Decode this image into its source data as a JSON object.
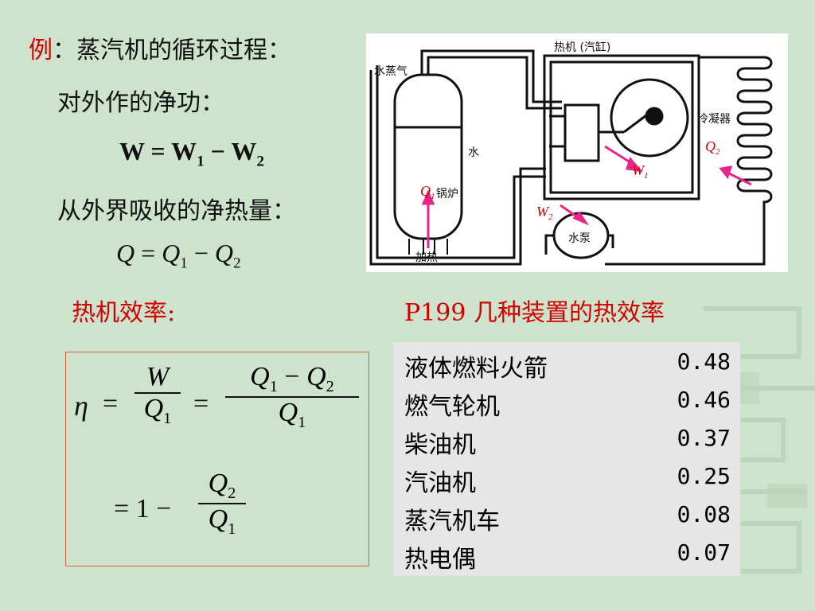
{
  "title": {
    "example_label": "例",
    "text": "：蒸汽机的循环过程："
  },
  "net_work_label": "对外作的净功：",
  "net_heat_label": "从外界吸收的净热量：",
  "efficiency_label": "热机效率:",
  "reference_text": "P199 几种装置的热效率",
  "diagram": {
    "steam_label": "水蒸气",
    "engine_label": "热机 (汽缸)",
    "condenser_label": "冷凝器",
    "water_label": "水",
    "boiler_label": "锅炉",
    "heating_label": "加热",
    "pump_label": "水泵",
    "q1": "Q",
    "q2": "Q",
    "w1": "W",
    "w2": "W",
    "sub1": "1",
    "sub2": "2"
  },
  "efficiency_table": [
    {
      "device": "液体燃料火箭",
      "value": "0.48"
    },
    {
      "device": "燃气轮机",
      "value": "0.46"
    },
    {
      "device": "柴油机",
      "value": "0.37"
    },
    {
      "device": "汽油机",
      "value": "0.25"
    },
    {
      "device": "蒸汽机车",
      "value": "0.08"
    },
    {
      "device": "热电偶",
      "value": "0.07"
    }
  ],
  "colors": {
    "background": "#cde3cc",
    "accent_red": "#d40000",
    "table_bg": "#e6e6e6",
    "box_border": "#d9603a"
  }
}
